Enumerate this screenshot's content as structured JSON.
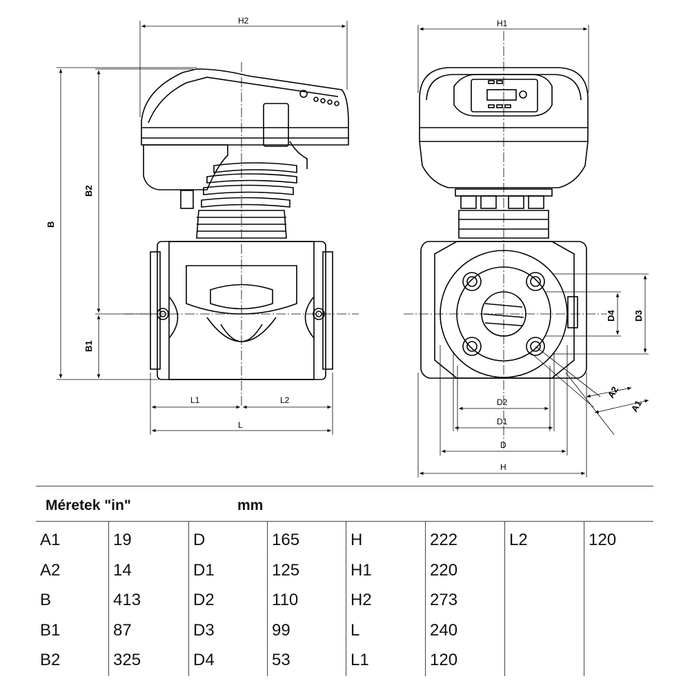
{
  "dimension_labels": {
    "H2": "H2",
    "H1": "H1",
    "B": "B",
    "B2": "B2",
    "B1": "B1",
    "L1": "L1",
    "L2": "L2",
    "L": "L",
    "D2": "D2",
    "D1": "D1",
    "D": "D",
    "H": "H",
    "D4": "D4",
    "D3": "D3",
    "A2": "A2",
    "A1": "A1"
  },
  "table": {
    "title": "Méretek \"in\"",
    "unit": "mm",
    "columns": [
      [
        "A1",
        "A2",
        "B",
        "B1",
        "B2"
      ],
      [
        "19",
        "14",
        "413",
        "87",
        "325"
      ],
      [
        "D",
        "D1",
        "D2",
        "D3",
        "D4"
      ],
      [
        "165",
        "125",
        "110",
        "99",
        "53"
      ],
      [
        "H",
        "H1",
        "H2",
        "L",
        "L1"
      ],
      [
        "222",
        "220",
        "273",
        "240",
        "120"
      ],
      [
        "L2"
      ],
      [
        "120"
      ]
    ]
  }
}
